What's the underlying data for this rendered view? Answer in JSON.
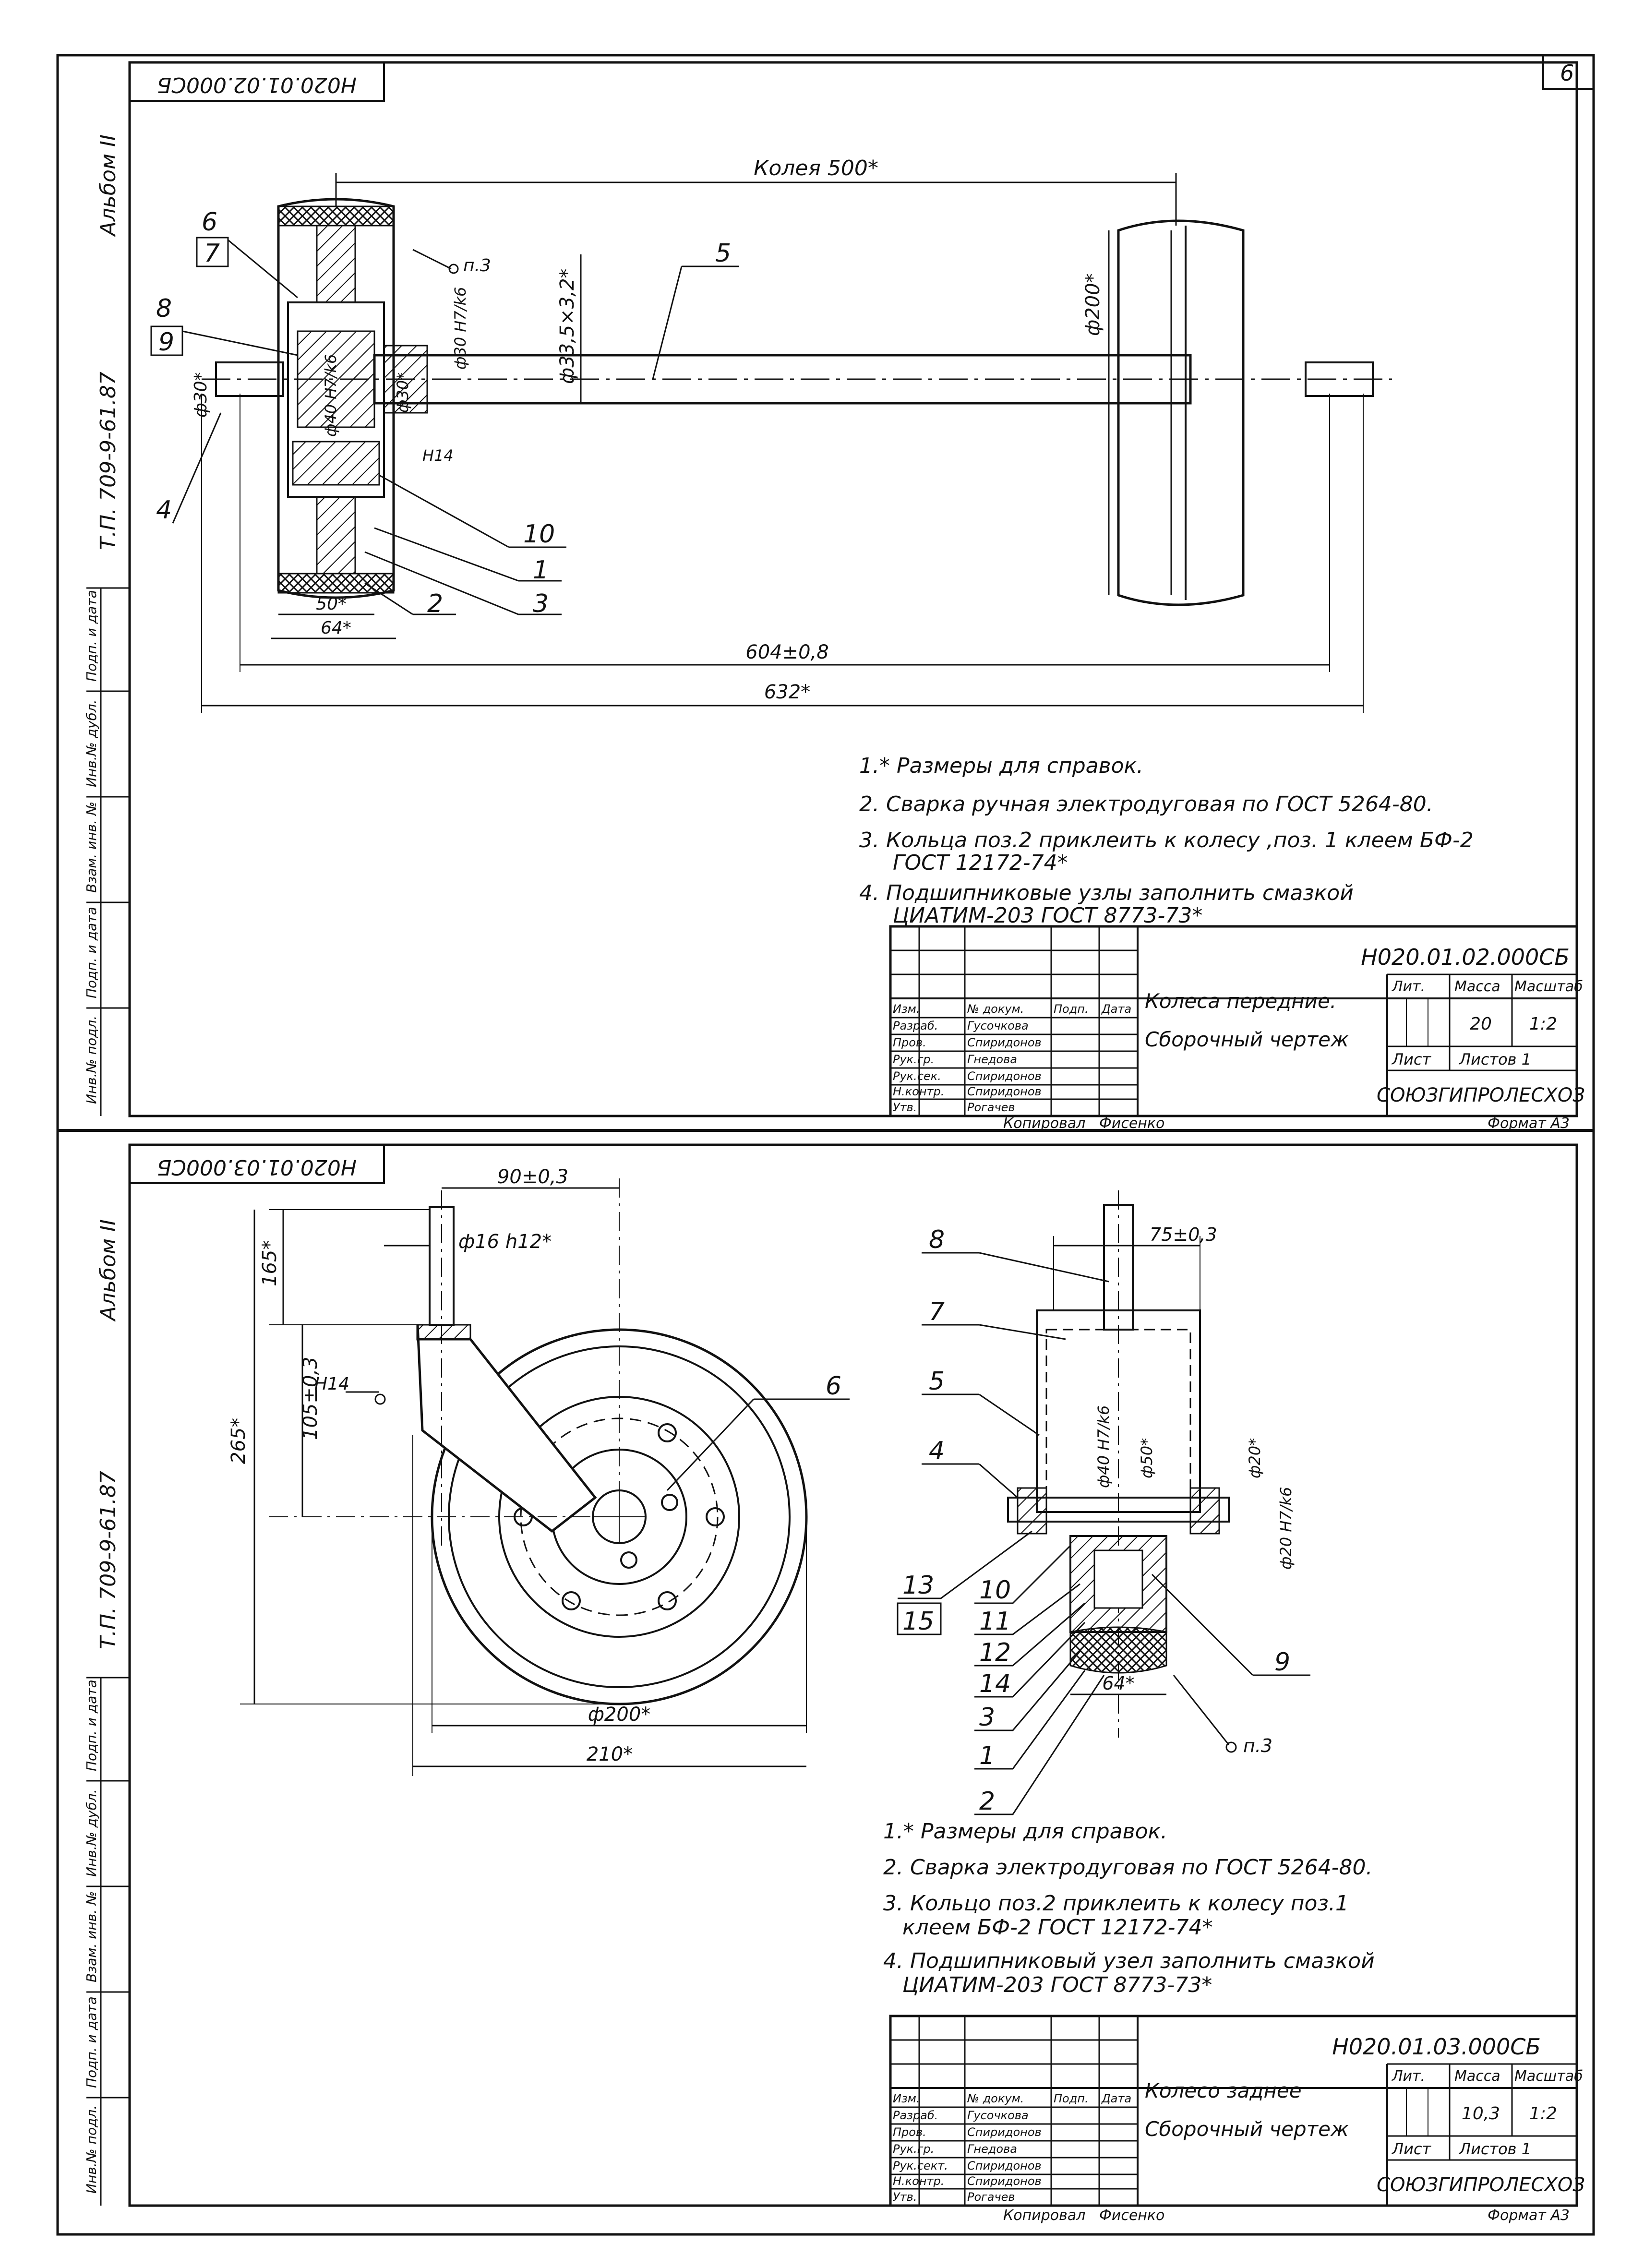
{
  "page_number": "6",
  "sheet1": {
    "drawing_number_stamp": "Н020.01.02.000СБ",
    "album": "Альбом II",
    "project_code": "Т.П. 709-9-61.87",
    "dims": {
      "track": "Колея 500*",
      "axle": "ф33,5×3,2*",
      "wheel_dia": "ф200*",
      "shaft": "ф30*",
      "hub": "ф40 Н7/k6",
      "bore": "ф30 Н7/k6",
      "w30": "ф30*",
      "tol": "Н14",
      "w50": "50*",
      "w64": "64*",
      "len604": "604±0,8",
      "len632": "632*",
      "note_ref": "п.3"
    },
    "callouts": [
      "6",
      "7",
      "8",
      "9",
      "4",
      "5",
      "10",
      "1",
      "3",
      "2"
    ],
    "notes": [
      "1.* Размеры для справок.",
      "2. Сварка ручная электродуговая по ГОСТ 5264-80.",
      "3. Кольца поз.2 приклеить к колесу ,поз. 1 клеем БФ-2",
      "ГОСТ 12172-74*",
      "4. Подшипниковые узлы заполнить смазкой",
      "ЦИАТИМ-203 ГОСТ 8773-73*"
    ],
    "title_block": {
      "doc_number": "Н020.01.02.000СБ",
      "name_line1": "Колеса передние.",
      "name_line2": "Сборочный чертеж",
      "hdr_lit": "Лит.",
      "hdr_mass": "Масса",
      "hdr_scale": "Масштаб",
      "mass": "20",
      "scale": "1:2",
      "sheet": "Лист",
      "sheets": "Листов 1",
      "org": "СОЮЗГИПРОЛЕСХОЗ",
      "roles": [
        "Изм.",
        "Разраб.",
        "Пров.",
        "Рук.гр.",
        "Рук.сек.",
        "Н.контр.",
        "Утв."
      ],
      "names": [
        "№ докум.",
        "Гусочкова",
        "Спиридонов",
        "Гнедова",
        "Спиридонов",
        "Спиридонов",
        "Рогачев"
      ],
      "col_sign": "Подп.",
      "col_date": "Дата",
      "copied": "Копировал",
      "copied_name": "Фисенко",
      "format": "Формат А3"
    }
  },
  "sheet2": {
    "drawing_number_stamp": "Н020.01.03.000СБ",
    "album": "Альбом II",
    "project_code": "Т.П. 709-9-61.87",
    "dims": {
      "offset": "90±0,3",
      "pin": "ф16 h12*",
      "h165": "165*",
      "h105": "105±0,3",
      "h265": "265*",
      "tol": "Н14",
      "wheel_dia": "ф200*",
      "w210": "210*",
      "d75": "75±0,3",
      "h_hub40": "ф40 Н7/k6",
      "h_hub50": "ф50*",
      "h_20": "ф20*",
      "h_20b": "ф20 Н7/k6",
      "w64": "64*",
      "note_ref": "п.3"
    },
    "callouts_left": [
      "6"
    ],
    "callouts_right": [
      "8",
      "7",
      "5",
      "4",
      "13",
      "15",
      "10",
      "11",
      "12",
      "14",
      "3",
      "1",
      "2",
      "9"
    ],
    "notes": [
      "1.* Размеры для справок.",
      "2. Сварка электродуговая по ГОСТ 5264-80.",
      "3. Кольцо поз.2 приклеить к колесу поз.1",
      "клеем БФ-2 ГОСТ 12172-74*",
      "4. Подшипниковый узел заполнить смазкой",
      "ЦИАТИМ-203 ГОСТ 8773-73*"
    ],
    "title_block": {
      "doc_number": "Н020.01.03.000СБ",
      "name_line1": "Колесо заднее",
      "name_line2": "Сборочный чертеж",
      "hdr_lit": "Лит.",
      "hdr_mass": "Масса",
      "hdr_scale": "Масштаб",
      "mass": "10,3",
      "scale": "1:2",
      "sheet": "Лист",
      "sheets": "Листов 1",
      "org": "СОЮЗГИПРОЛЕСХОЗ",
      "roles": [
        "Изм.",
        "Разраб.",
        "Пров.",
        "Рук.гр.",
        "Рук.сект.",
        "Н.контр.",
        "Утв."
      ],
      "names": [
        "№ докум.",
        "Гусочкова",
        "Спиридонов",
        "Гнедова",
        "Спиридонов",
        "Спиридонов",
        "Рогачев"
      ],
      "col_sign": "Подп.",
      "col_date": "Дата",
      "copied": "Копировал",
      "copied_name": "Фисенко",
      "format": "Формат А3"
    }
  },
  "side_columns": [
    "Инв.№ подл.",
    "Подп. и дата",
    "Взам. инв. №",
    "Инв.№ дубл.",
    "Подп. и дата"
  ]
}
